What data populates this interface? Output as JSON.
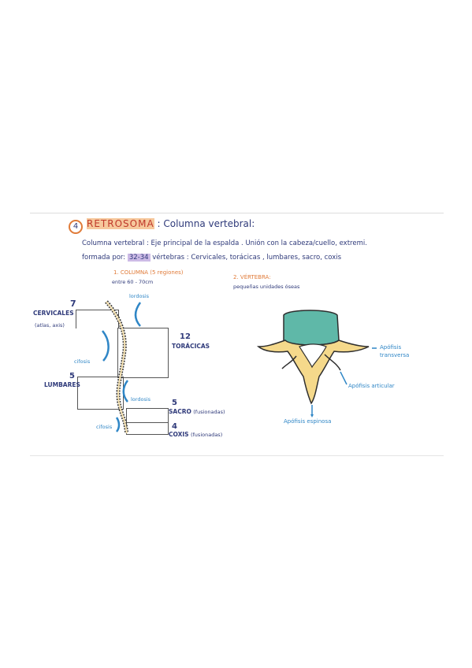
{
  "header": {
    "number": "4",
    "title_highlight": "RETROSOMA",
    "title_rest": ": Columna vertebral:"
  },
  "definition": {
    "line1": "Columna vertebral : Eje principal de la espalda . Unión con la cabeza/cuello, extremi.",
    "line2_prefix": "formada por:",
    "line2_count": "32-34",
    "line2_rest": "vértebras : Cervicales, torácicas , lumbares, sacro, coxis"
  },
  "section_a": {
    "heading": "1. COLUMNA (5 regiones)",
    "subheading": "entre 60 - 70cm",
    "regions": {
      "cervicales_num": "7",
      "cervicales_label": "CERVICALES",
      "cervicales_note": "(atlas, axis)",
      "toracicas_num": "12",
      "toracicas_label": "TORÁCICAS",
      "lumbares_num": "5",
      "lumbares_label": "LUMBARES",
      "sacro_num": "5",
      "sacro_label": "SACRO",
      "sacro_note": "(fusionadas)",
      "coxis_num": "4",
      "coxis_label": "COXIS",
      "coxis_note": "(fusionadas)"
    },
    "curves": {
      "lordosis_top": "lordosis",
      "cifosis_mid": "cifosis",
      "lordosis_low": "lordosis",
      "cifosis_low": "cifosis"
    }
  },
  "section_b": {
    "heading": "2. VÉRTEBRA:",
    "subheading": "pequeñas unidades óseas",
    "labels": {
      "transversa": "Apófisis transversa",
      "articular": "Apófisis articular",
      "espinosa": "Apófisis espinosa"
    }
  },
  "colors": {
    "ink": "#2f3a7a",
    "accent_blue": "#2f86c6",
    "accent_orange": "#e07b39",
    "bone": "#f5d98b",
    "body_teal": "#5fb8a8"
  }
}
